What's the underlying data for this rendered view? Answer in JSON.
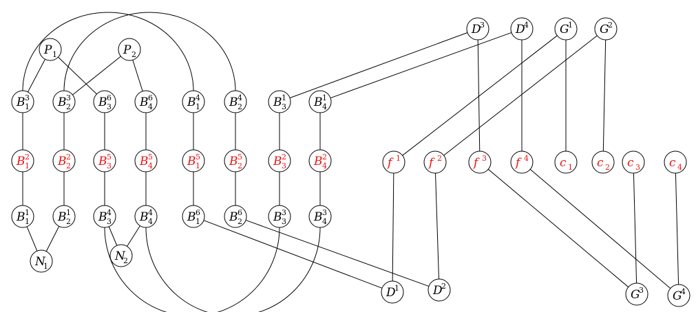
{
  "nodes": [
    {
      "id": "P1",
      "base": "P",
      "sub": "1",
      "color": "black"
    },
    {
      "id": "P2",
      "base": "P",
      "sub": "2",
      "color": "black"
    },
    {
      "id": "B31",
      "base": "B",
      "sup": "3",
      "sub": "1",
      "color": "black"
    },
    {
      "id": "B32",
      "base": "B",
      "sup": "3",
      "sub": "2",
      "color": "black"
    },
    {
      "id": "B63",
      "base": "B",
      "sup": "6",
      "sub": "3",
      "color": "black"
    },
    {
      "id": "B64",
      "base": "B",
      "sup": "6",
      "sub": "4",
      "color": "black"
    },
    {
      "id": "B41",
      "base": "B",
      "sup": "4",
      "sub": "1",
      "color": "black"
    },
    {
      "id": "B42",
      "base": "B",
      "sup": "4",
      "sub": "2",
      "color": "black"
    },
    {
      "id": "B13",
      "base": "B",
      "sup": "1",
      "sub": "3",
      "color": "black"
    },
    {
      "id": "B14",
      "base": "B",
      "sup": "1",
      "sub": "4",
      "color": "black"
    },
    {
      "id": "B21",
      "base": "B",
      "sup": "2",
      "sub": "1",
      "color": "red"
    },
    {
      "id": "B22",
      "base": "B",
      "sup": "2",
      "sub": "2",
      "color": "red"
    },
    {
      "id": "B53",
      "base": "B",
      "sup": "5",
      "sub": "3",
      "color": "red"
    },
    {
      "id": "B54",
      "base": "B",
      "sup": "5",
      "sub": "4",
      "color": "red"
    },
    {
      "id": "B51",
      "base": "B",
      "sup": "5",
      "sub": "1",
      "color": "red"
    },
    {
      "id": "B52",
      "base": "B",
      "sup": "5",
      "sub": "2",
      "color": "red"
    },
    {
      "id": "B23",
      "base": "B",
      "sup": "2",
      "sub": "3",
      "color": "red"
    },
    {
      "id": "B24",
      "base": "B",
      "sup": "2",
      "sub": "4",
      "color": "red"
    },
    {
      "id": "B11",
      "base": "B",
      "sup": "1",
      "sub": "1",
      "color": "black"
    },
    {
      "id": "B12",
      "base": "B",
      "sup": "1",
      "sub": "2",
      "color": "black"
    },
    {
      "id": "B43",
      "base": "B",
      "sup": "4",
      "sub": "3",
      "color": "black"
    },
    {
      "id": "B44",
      "base": "B",
      "sup": "4",
      "sub": "4",
      "color": "black"
    },
    {
      "id": "B61",
      "base": "B",
      "sup": "6",
      "sub": "1",
      "color": "black"
    },
    {
      "id": "B62",
      "base": "B",
      "sup": "6",
      "sub": "2",
      "color": "black"
    },
    {
      "id": "B33",
      "base": "B",
      "sup": "3",
      "sub": "3",
      "color": "black"
    },
    {
      "id": "B34",
      "base": "B",
      "sup": "3",
      "sub": "4",
      "color": "black"
    },
    {
      "id": "N1",
      "base": "N",
      "sub": "1",
      "color": "black"
    },
    {
      "id": "N2",
      "base": "N",
      "sub": "2",
      "color": "black"
    },
    {
      "id": "D3",
      "base": "D",
      "sup": "3",
      "color": "black"
    },
    {
      "id": "D4",
      "base": "D",
      "sup": "4",
      "color": "black"
    },
    {
      "id": "G1",
      "base": "G",
      "sup": "1",
      "color": "black"
    },
    {
      "id": "G2",
      "base": "G",
      "sup": "2",
      "color": "black"
    },
    {
      "id": "f1",
      "base": "f",
      "sup": "1",
      "color": "red"
    },
    {
      "id": "f2",
      "base": "f",
      "sup": "2",
      "color": "red"
    },
    {
      "id": "f3",
      "base": "f",
      "sup": "3",
      "color": "red"
    },
    {
      "id": "f4",
      "base": "f",
      "sup": "4",
      "color": "red"
    },
    {
      "id": "c1",
      "base": "c",
      "sub": "1",
      "color": "red"
    },
    {
      "id": "c2",
      "base": "c",
      "sub": "2",
      "color": "red"
    },
    {
      "id": "c3",
      "base": "c",
      "sub": "3",
      "color": "red"
    },
    {
      "id": "c4",
      "base": "c",
      "sub": "4",
      "color": "red"
    },
    {
      "id": "D1",
      "base": "D",
      "sup": "1",
      "color": "black"
    },
    {
      "id": "D2",
      "base": "D",
      "sup": "2",
      "color": "black"
    },
    {
      "id": "G3",
      "base": "G",
      "sup": "3",
      "color": "black"
    },
    {
      "id": "G4",
      "base": "G",
      "sup": "4",
      "color": "black"
    }
  ],
  "edges": [
    [
      "P1",
      "B31"
    ],
    [
      "P1",
      "B63"
    ],
    [
      "P2",
      "B32"
    ],
    [
      "P2",
      "B64"
    ],
    [
      "B31",
      "B21"
    ],
    [
      "B21",
      "B11"
    ],
    [
      "B32",
      "B22"
    ],
    [
      "B22",
      "B12"
    ],
    [
      "B63",
      "B53"
    ],
    [
      "B53",
      "B43"
    ],
    [
      "B64",
      "B54"
    ],
    [
      "B54",
      "B44"
    ],
    [
      "B41",
      "B51"
    ],
    [
      "B51",
      "B61"
    ],
    [
      "B42",
      "B52"
    ],
    [
      "B52",
      "B62"
    ],
    [
      "B13",
      "B23"
    ],
    [
      "B23",
      "B33"
    ],
    [
      "B14",
      "B24"
    ],
    [
      "B24",
      "B34"
    ],
    [
      "B11",
      "N1"
    ],
    [
      "B12",
      "N1"
    ],
    [
      "B43",
      "N2"
    ],
    [
      "B44",
      "N2"
    ],
    [
      "D3",
      "B13"
    ],
    [
      "D4",
      "B14"
    ],
    [
      "G1",
      "f1"
    ],
    [
      "G2",
      "f2"
    ],
    [
      "D3",
      "f3"
    ],
    [
      "D4",
      "f4"
    ],
    [
      "G1",
      "c1"
    ],
    [
      "G2",
      "c2"
    ],
    [
      "f1",
      "D1"
    ],
    [
      "f2",
      "D2"
    ],
    [
      "B61",
      "D1"
    ],
    [
      "B62",
      "D2"
    ],
    [
      "f3",
      "G3"
    ],
    [
      "f4",
      "G4"
    ],
    [
      "c3",
      "G3"
    ],
    [
      "c4",
      "G4"
    ]
  ],
  "arcs": [
    [
      "B31",
      "B41",
      "top"
    ],
    [
      "B32",
      "B42",
      "top"
    ],
    [
      "B43",
      "B33",
      "bottom"
    ],
    [
      "B44",
      "B34",
      "bottom"
    ]
  ]
}
